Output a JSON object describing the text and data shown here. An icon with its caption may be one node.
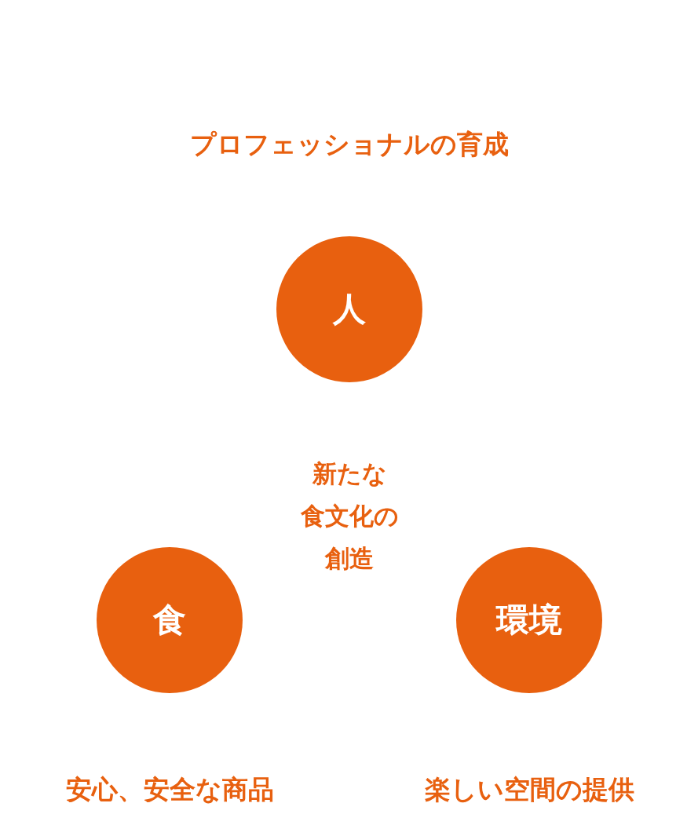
{
  "diagram": {
    "nodes": [
      {
        "text": [
          "人"
        ],
        "beside": [
          "プロフェッショナルの育成"
        ]
      },
      {
        "text": [
          "食"
        ],
        "beside": [
          "安心、安全な商品"
        ]
      },
      {
        "text": [
          "環境"
        ],
        "beside": [
          "楽しい空間の提供"
        ]
      }
    ],
    "labels": [
      "新たな食文化の創造"
    ]
  }
}
